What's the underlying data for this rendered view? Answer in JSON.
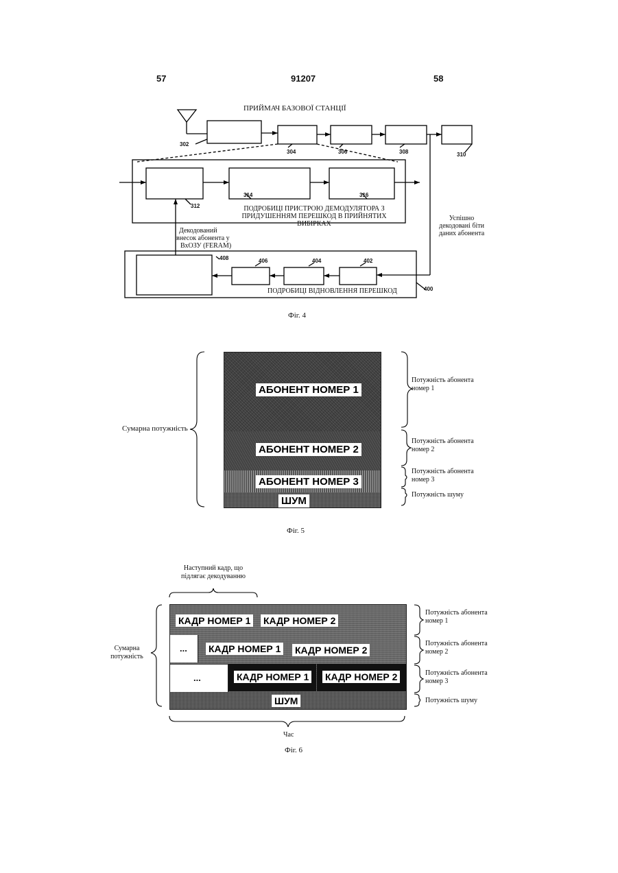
{
  "header": {
    "left_page": "57",
    "center_number": "91207",
    "right_page": "58"
  },
  "fig4": {
    "title": "ПРИЙМАЧ БАЗОВОЇ СТАНЦІЇ",
    "refs": {
      "r302": "302",
      "r304": "304",
      "r306": "306",
      "r308": "308",
      "r310": "310",
      "r312": "312",
      "r314": "314",
      "r316": "316",
      "r408": "408",
      "r406": "406",
      "r404": "404",
      "r402": "402",
      "r400": "400"
    },
    "demod_label_line1": "ПОДРОБИЦІ ПРИСТРОЮ ДЕМОДУЛЯТОРА З",
    "demod_label_line2": "ПРИДУШЕННЯМ ПЕРЕШКОД В ПРИЙНЯТИХ ВИБІРКАХ",
    "decoded_label_line1": "Декодований",
    "decoded_label_line2": "внесок абонента у",
    "decoded_label_line3": "ВхОЗУ (FERAM)",
    "success_line1": "Успішно",
    "success_line2": "декодовані біти",
    "success_line3": "даних абонента",
    "recovery_label": "ПОДРОБИЦІ ВІДНОВЛЕННЯ ПЕРЕШКОД",
    "caption": "Фіг. 4"
  },
  "fig5": {
    "left_label": "Сумарна потужність",
    "blocks": [
      "АБОНЕНТ НОМЕР 1",
      "АБОНЕНТ НОМЕР 2",
      "АБОНЕНТ НОМЕР 3",
      "ШУМ"
    ],
    "right_labels": [
      {
        "line1": "Потужність абонента",
        "line2": "номер 1"
      },
      {
        "line1": "Потужність абонента",
        "line2": "номер 2"
      },
      {
        "line1": "Потужність абонента",
        "line2": "номер 3"
      },
      {
        "line1": "Потужність шуму",
        "line2": ""
      }
    ],
    "caption": "Фіг. 5"
  },
  "fig6": {
    "top_label_line1": "Наступний кадр, що",
    "top_label_line2": "підлягає декодуванню",
    "left_label_line1": "Сумарна",
    "left_label_line2": "потужність",
    "row1": [
      "КАДР НОМЕР 1",
      "КАДР НОМЕР 2"
    ],
    "row2_ellipsis": "...",
    "row2": [
      "КАДР НОМЕР 1",
      "КАДР НОМЕР 2"
    ],
    "row3_ellipsis": "...",
    "row3": [
      "КАДР НОМЕР 1",
      "КАДР НОМЕР 2"
    ],
    "noise": "ШУМ",
    "right_labels": [
      {
        "line1": "Потужність абонента",
        "line2": "номер 1"
      },
      {
        "line1": "Потужність абонента",
        "line2": "номер 2"
      },
      {
        "line1": "Потужність абонента",
        "line2": "номер 3"
      },
      {
        "line1": "Потужність шуму",
        "line2": ""
      }
    ],
    "time_label": "Час",
    "caption": "Фіг. 6"
  }
}
